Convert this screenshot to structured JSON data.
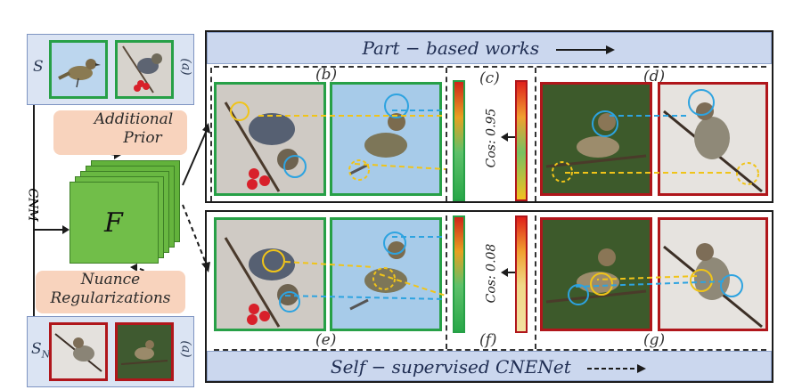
{
  "sets": {
    "s_label": "S",
    "s_letter": "(a)",
    "sn_label": "S",
    "sn_sub": "N",
    "sn_letter": "(a)"
  },
  "left": {
    "additional_prior": [
      "Additional",
      "Prior"
    ],
    "nuance_regularizations": [
      "Nuance",
      "Regularizations"
    ],
    "cnm_label": "CNM",
    "f_label": "F"
  },
  "top_panel": {
    "header": "Part − based works",
    "labels": [
      "(b)",
      "(c)",
      "(d)"
    ],
    "cos_label": "Cos: 0.95"
  },
  "bottom_panel": {
    "footer": "Self − supervised CNENet",
    "labels": [
      "(e)",
      "(f)",
      "(g)"
    ],
    "cos_label": "Cos: 0.08"
  },
  "colors": {
    "green_frame": "#27a047",
    "red_frame": "#b0161b",
    "header_fill": "#cbd7ee",
    "pill_fill": "#f8d3bd",
    "cube_fill": "#6dbb45"
  }
}
